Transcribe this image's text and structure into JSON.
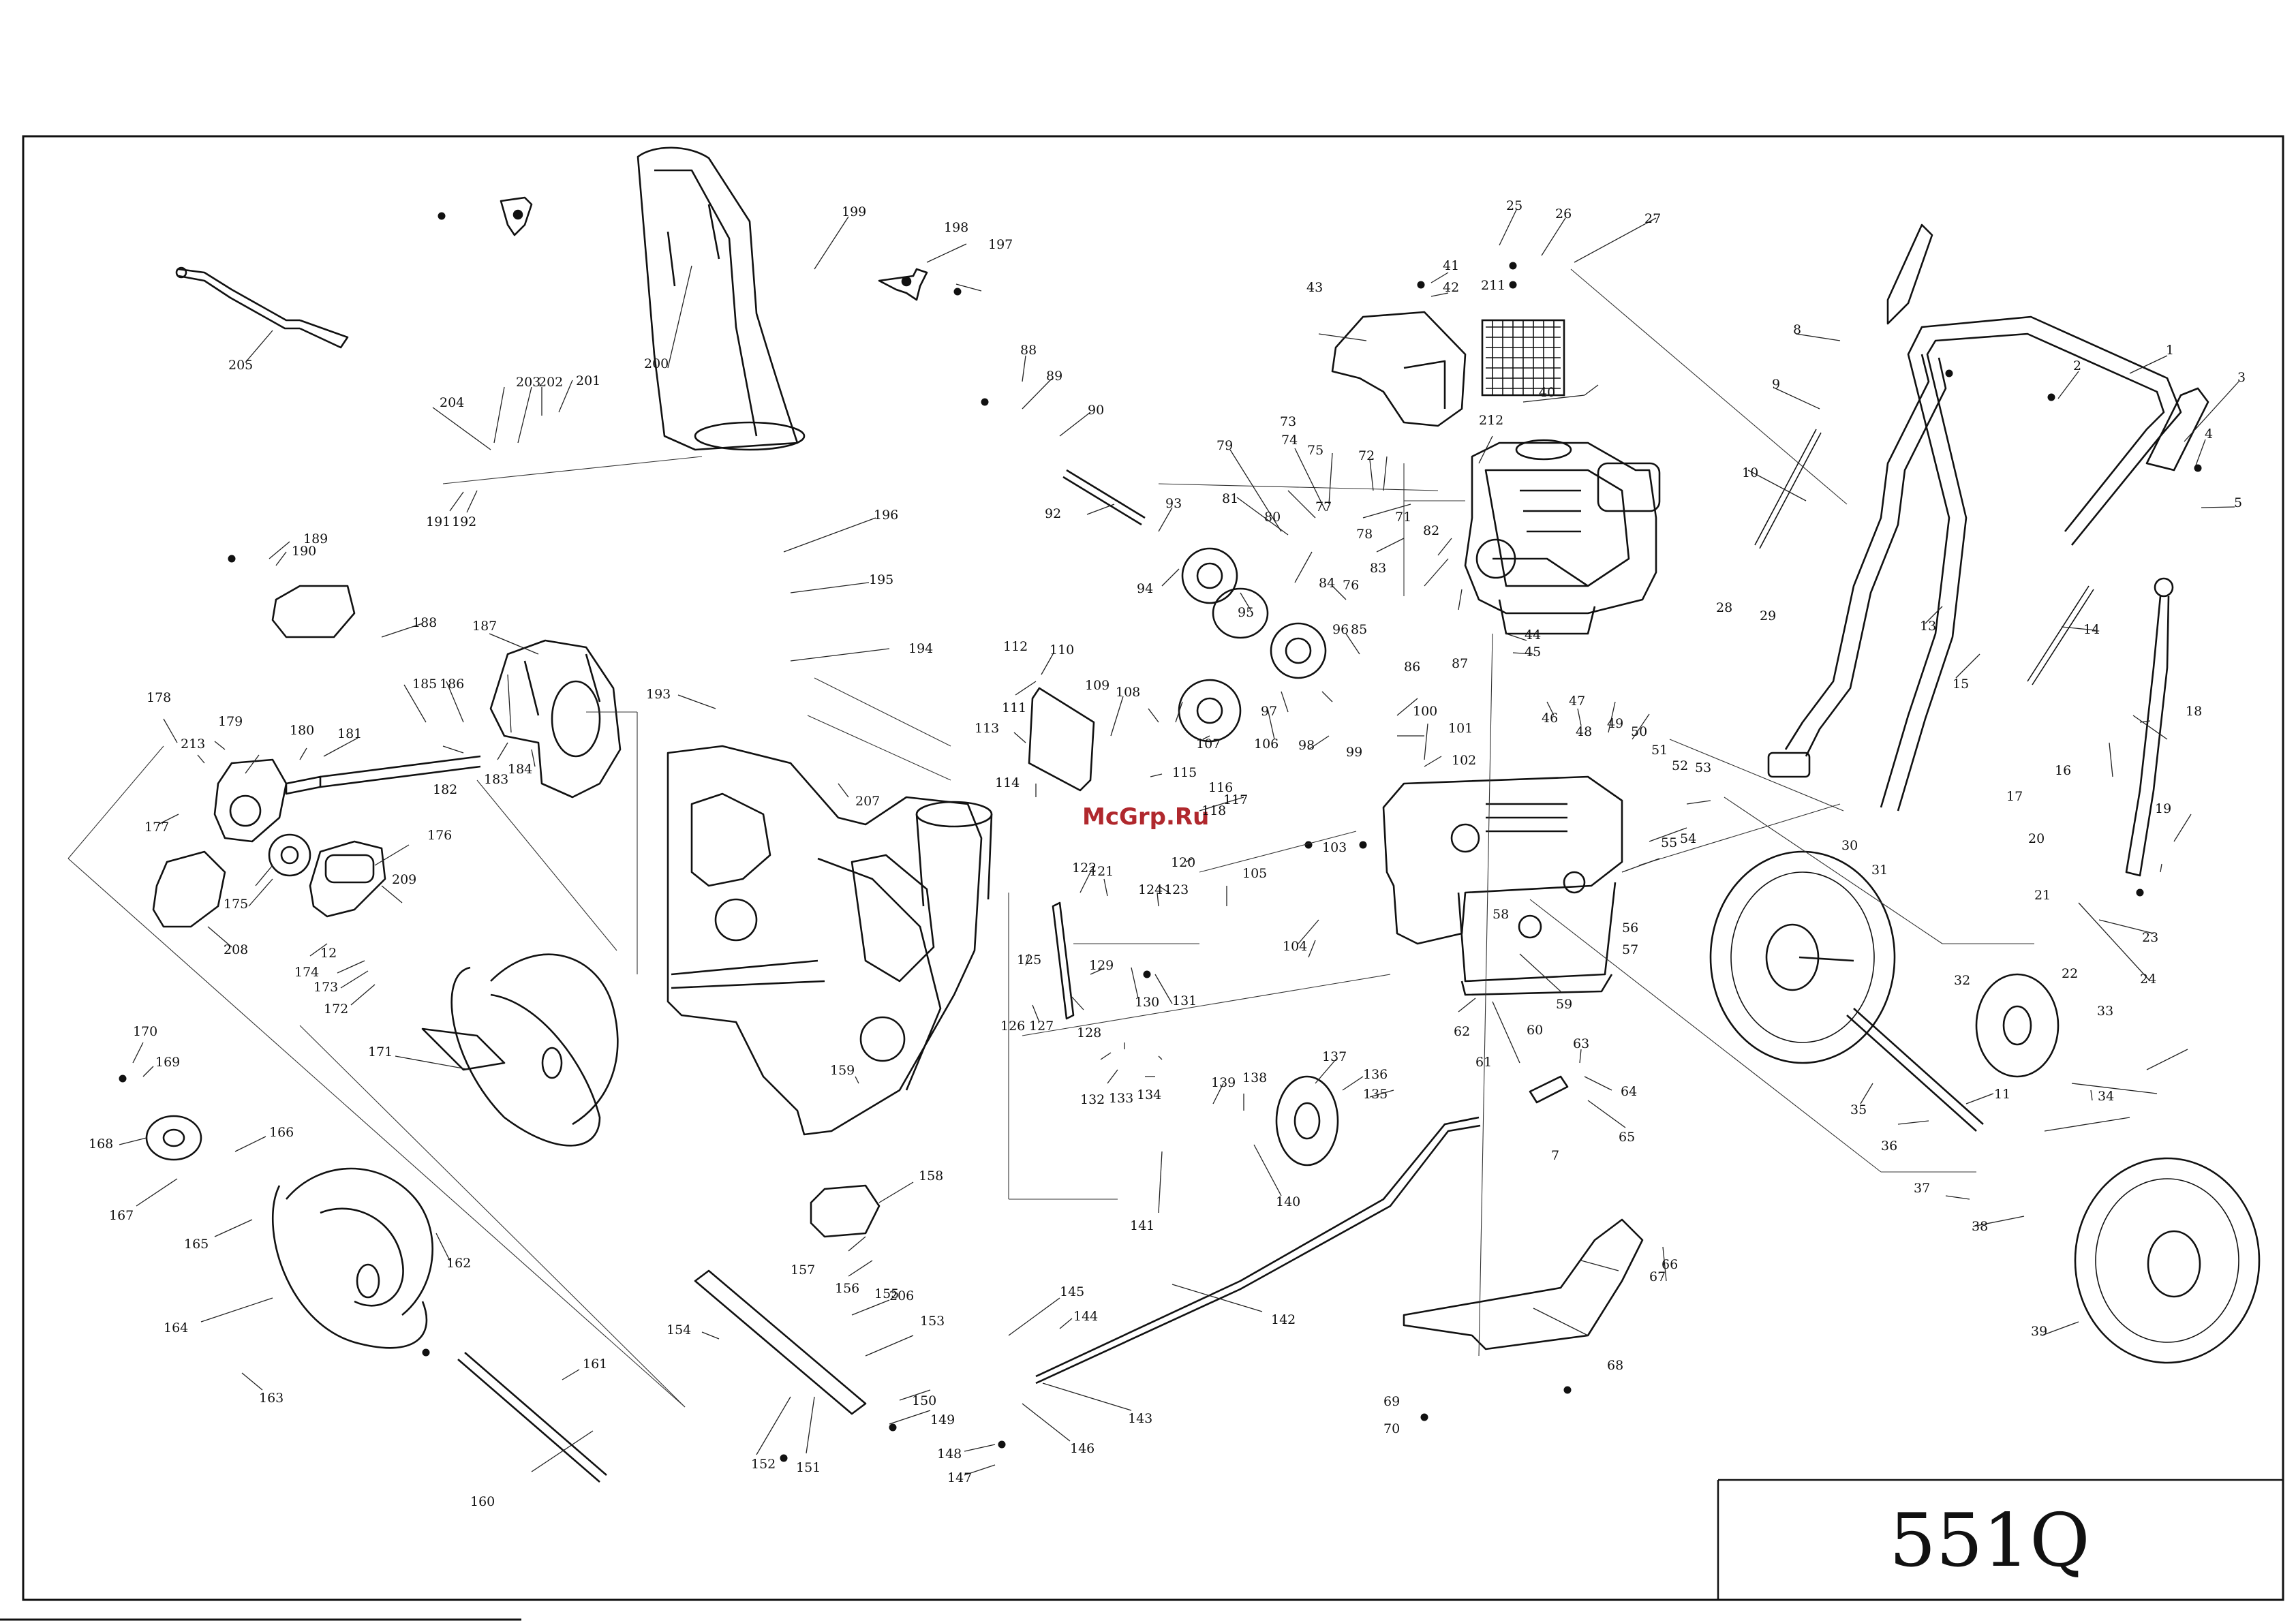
{
  "model_code": "551Q",
  "watermark": "McGrp.Ru",
  "part_numbers": [
    "1",
    "2",
    "3",
    "4",
    "5",
    "7",
    "8",
    "9",
    "10",
    "11",
    "12",
    "13",
    "14",
    "15",
    "16",
    "17",
    "18",
    "19",
    "20",
    "21",
    "22",
    "23",
    "24",
    "25",
    "26",
    "27",
    "28",
    "29",
    "30",
    "31",
    "32",
    "33",
    "34",
    "35",
    "36",
    "37",
    "38",
    "39",
    "40",
    "41",
    "42",
    "43",
    "44",
    "45",
    "46",
    "47",
    "48",
    "49",
    "50",
    "51",
    "52",
    "53",
    "54",
    "55",
    "56",
    "57",
    "58",
    "59",
    "60",
    "61",
    "62",
    "63",
    "64",
    "65",
    "66",
    "67",
    "68",
    "69",
    "70",
    "71",
    "72",
    "73",
    "74",
    "75",
    "76",
    "77",
    "78",
    "79",
    "80",
    "81",
    "82",
    "83",
    "84",
    "85",
    "86",
    "87",
    "88",
    "89",
    "90",
    "92",
    "93",
    "94",
    "95",
    "96",
    "97",
    "98",
    "99",
    "100",
    "101",
    "102",
    "103",
    "104",
    "105",
    "106",
    "107",
    "108",
    "109",
    "110",
    "111",
    "112",
    "113",
    "114",
    "115",
    "116",
    "117",
    "118",
    "120",
    "121",
    "122",
    "123",
    "124",
    "125",
    "126",
    "127",
    "128",
    "129",
    "130",
    "131",
    "132",
    "133",
    "134",
    "135",
    "136",
    "137",
    "138",
    "139",
    "140",
    "141",
    "142",
    "143",
    "144",
    "145",
    "146",
    "147",
    "148",
    "149",
    "150",
    "151",
    "152",
    "153",
    "154",
    "155",
    "156",
    "157",
    "158",
    "159",
    "160",
    "161",
    "162",
    "163",
    "164",
    "165",
    "166",
    "167",
    "168",
    "169",
    "170",
    "171",
    "172",
    "173",
    "174",
    "175",
    "176",
    "177",
    "178",
    "179",
    "180",
    "181",
    "182",
    "183",
    "184",
    "185",
    "186",
    "187",
    "188",
    "189",
    "190",
    "191",
    "192",
    "193",
    "194",
    "195",
    "196",
    "197",
    "198",
    "199",
    "200",
    "201",
    "202",
    "203",
    "204",
    "205",
    "206",
    "207",
    "208",
    "209",
    "211",
    "212",
    "213"
  ]
}
